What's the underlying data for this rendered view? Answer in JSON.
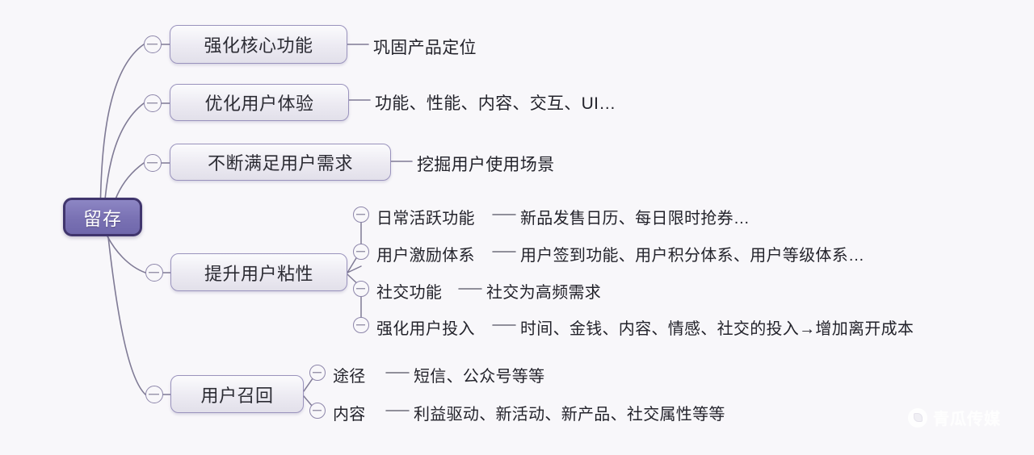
{
  "background_color": "#f8f7fa",
  "root": {
    "label": "留存",
    "fill_color": "#7a72b4",
    "border_color": "#40356d",
    "text_color": "#ffffff"
  },
  "branches": [
    {
      "label": "强化核心功能",
      "toggle": "collapse-toggle",
      "leaf": {
        "name": "巩固产品定位"
      }
    },
    {
      "label": "优化用户体验",
      "toggle": "collapse-toggle",
      "leaf": {
        "name": "功能、性能、内容、交互、UI…"
      }
    },
    {
      "label": "不断满足用户需求",
      "toggle": "collapse-toggle",
      "leaf": {
        "name": "挖掘用户使用场景"
      }
    },
    {
      "label": "提升用户粘性",
      "toggle": "collapse-toggle",
      "children": [
        {
          "title": "日常活跃功能",
          "dash": "—",
          "detail": "新品发售日历、每日限时抢券…"
        },
        {
          "title": "用户激励体系",
          "dash": "—",
          "detail": "用户签到功能、用户积分体系、用户等级体系…"
        },
        {
          "title": "社交功能",
          "dash": "—",
          "detail": "社交为高频需求"
        },
        {
          "title": "强化用户投入",
          "dash": "—",
          "detail": "时间、金钱、内容、情感、社交的投入→增加离开成本"
        }
      ]
    },
    {
      "label": "用户召回",
      "toggle": "collapse-toggle",
      "children": [
        {
          "title": "途径",
          "dash": "—",
          "detail": "短信、公众号等等"
        },
        {
          "title": "内容",
          "dash": "—",
          "detail": "利益驱动、新活动、新产品、社交属性等等"
        }
      ]
    }
  ],
  "watermark": {
    "text": "青瓜传媒",
    "logo": "circle-logo-icon"
  }
}
